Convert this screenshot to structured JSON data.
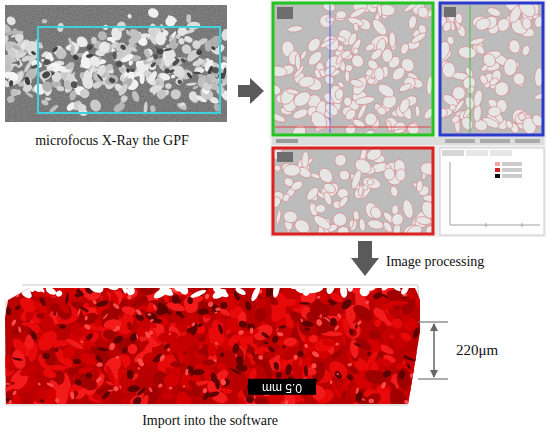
{
  "diagram": {
    "labels": [
      "microfocus X-Ray the GPF",
      "Image processing",
      "0.5 mm",
      "220μm",
      "Import into the software"
    ]
  }
}
